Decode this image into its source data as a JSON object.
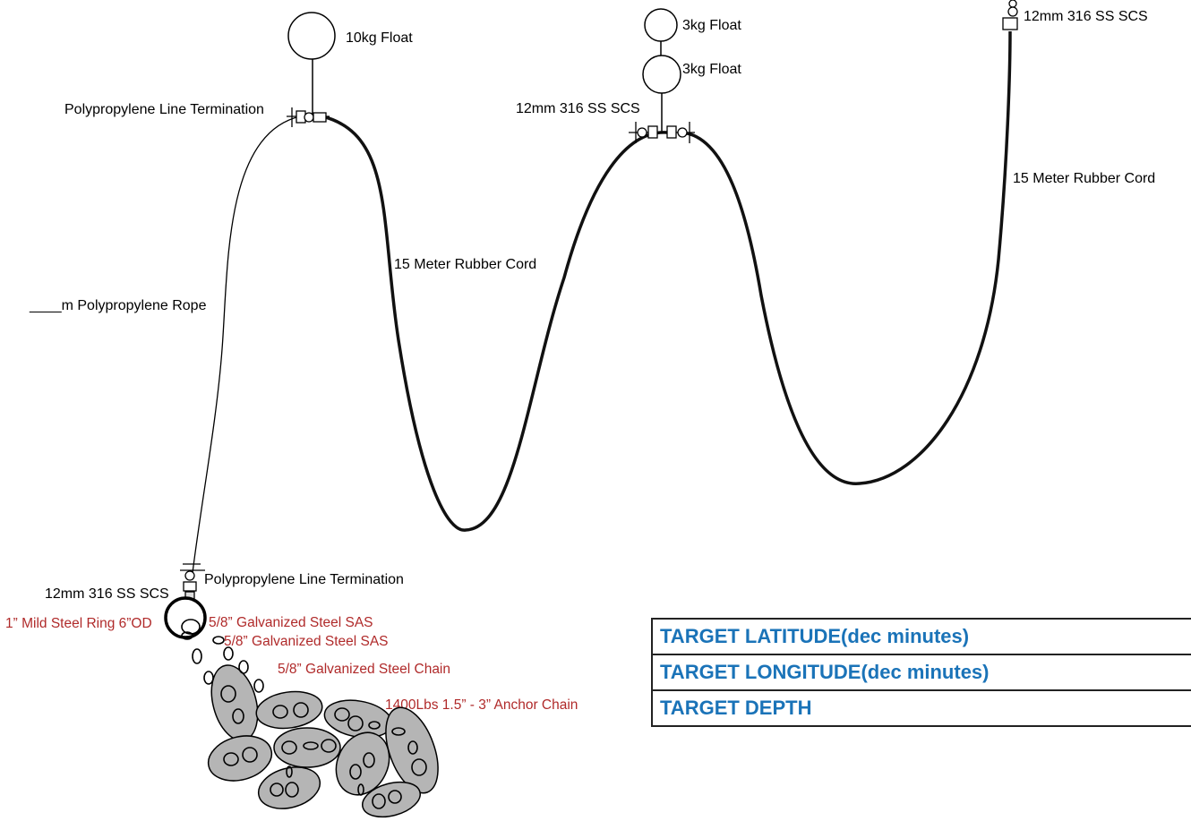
{
  "labels": {
    "float_10kg": "10kg Float",
    "float_3kg_top": "3kg Float",
    "float_3kg_bottom": "3kg Float",
    "poly_termination_top": "Polypropylene Line Termination",
    "scs_mid": "12mm 316 SS SCS",
    "scs_top_right": "12mm 316 SS SCS",
    "rubber_cord_right": "15 Meter Rubber Cord",
    "rubber_cord_mid": "15 Meter Rubber Cord",
    "poly_rope": "____m Polypropylene Rope",
    "poly_termination_bottom": "Polypropylene Line Termination",
    "scs_bottom": "12mm 316 SS SCS",
    "steel_ring": "1” Mild Steel Ring 6”OD",
    "sas_1": "5/8” Galvanized Steel SAS",
    "sas_2": "5/8” Galvanized Steel SAS",
    "steel_chain": "5/8” Galvanized Steel Chain",
    "anchor_chain": "1400Lbs 1.5” - 3” Anchor Chain"
  },
  "targets": {
    "latitude": "TARGET LATITUDE(dec minutes)",
    "longitude": "TARGET LONGITUDE(dec minutes)",
    "depth": "TARGET DEPTH"
  },
  "colors": {
    "line": "#000000",
    "red_label": "#b02a2a",
    "target_text": "#1a73b8",
    "anchor_fill": "#b5b5b5"
  }
}
